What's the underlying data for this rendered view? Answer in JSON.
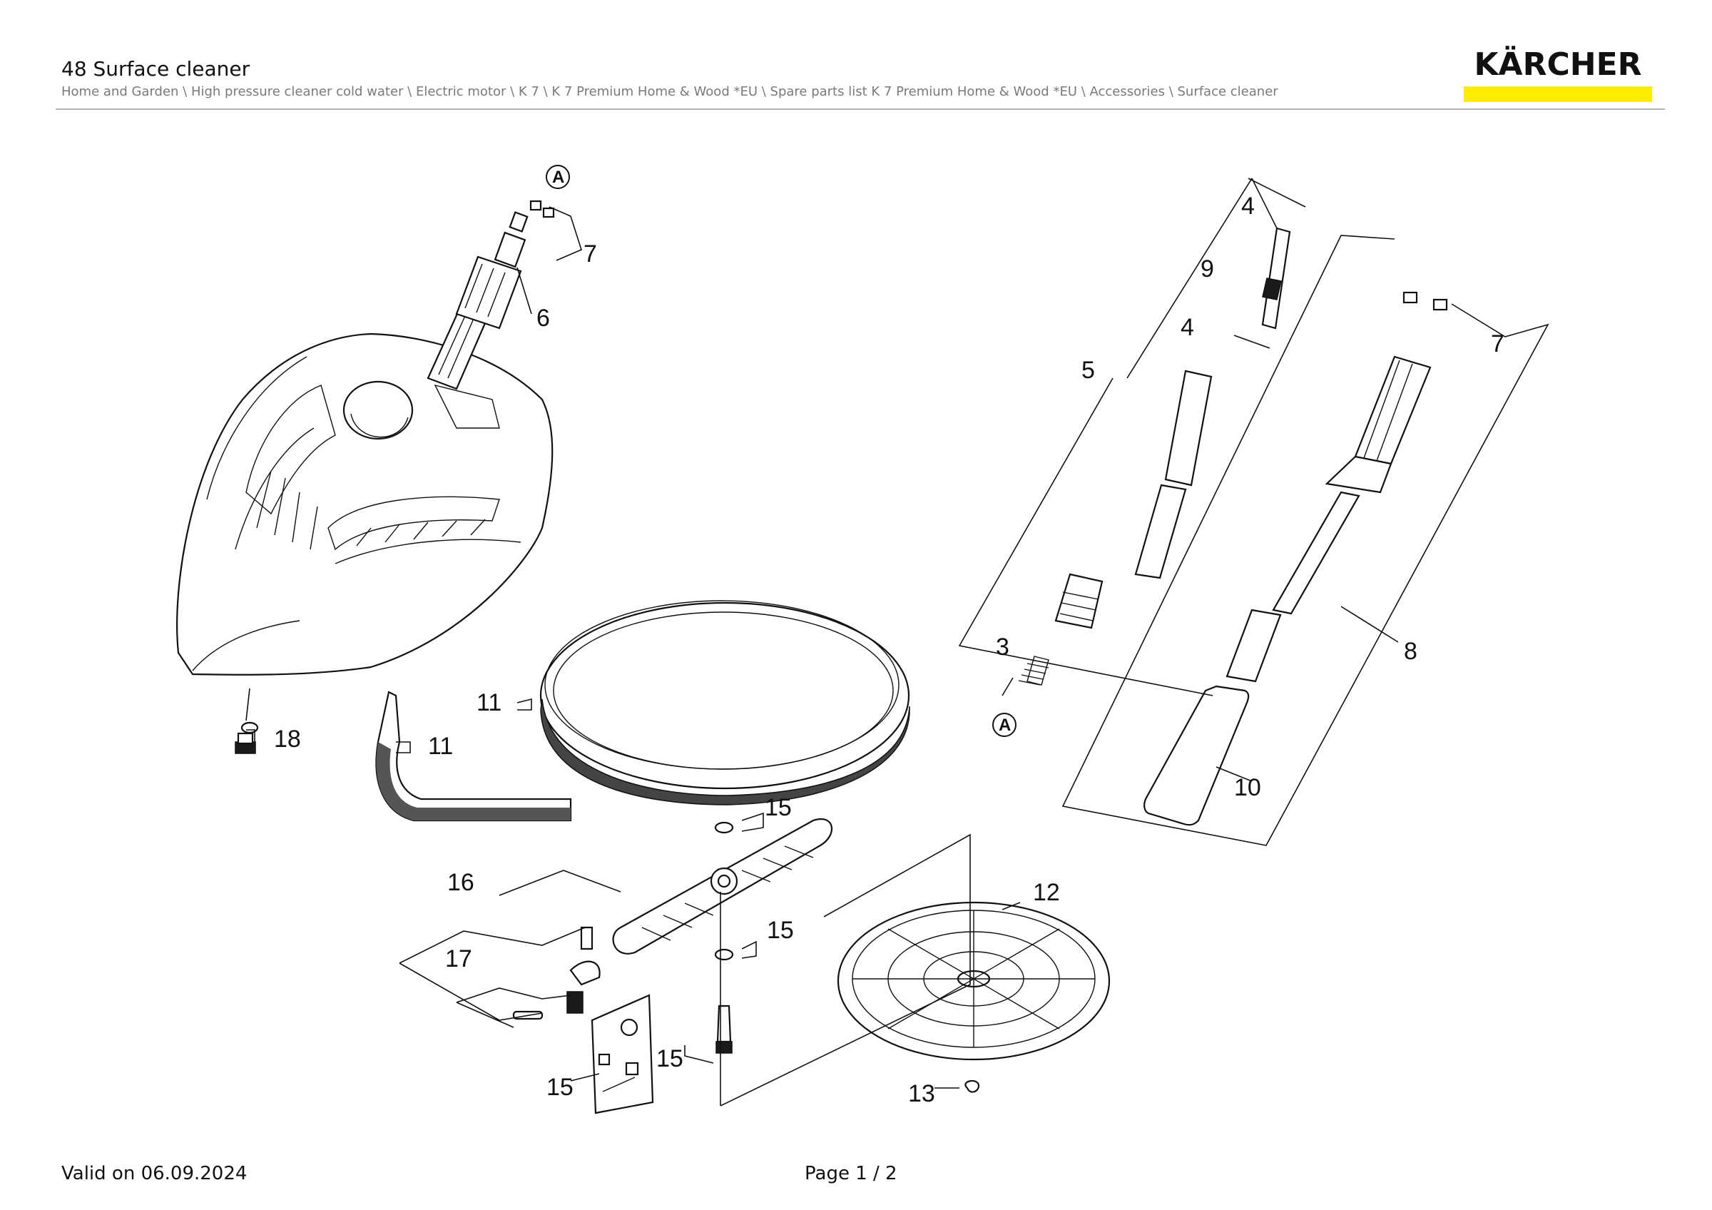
{
  "header": {
    "title": "48 Surface cleaner",
    "breadcrumb": "Home and Garden \\ High pressure cleaner cold water \\ Electric motor \\ K 7 \\ K 7 Premium Home & Wood *EU \\ Spare parts list K 7 Premium Home & Wood *EU \\ Accessories \\ Surface cleaner"
  },
  "logo": {
    "text": "KÄRCHER",
    "bar_color": "#ffed00"
  },
  "diagram": {
    "callouts": [
      "7",
      "6",
      "4",
      "9",
      "4",
      "5",
      "7",
      "3",
      "8",
      "10",
      "11",
      "11",
      "18",
      "15",
      "16",
      "15",
      "17",
      "12",
      "15",
      "15",
      "13"
    ],
    "connector_marks": [
      "A",
      "A"
    ]
  },
  "footer": {
    "valid_on": "Valid on 06.09.2024",
    "page": "Page 1 / 2"
  }
}
